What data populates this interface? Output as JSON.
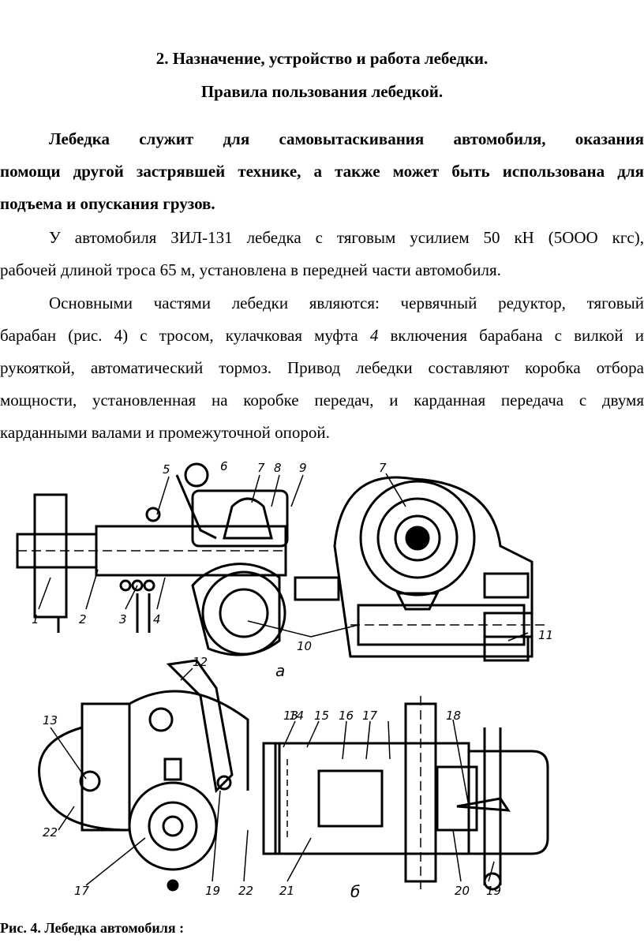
{
  "heading": {
    "line1": "2. Назначение, устройство и работа лебедки.",
    "line2": "Правила пользования лебедкой."
  },
  "paragraphs": {
    "p1": [
      "Лебедка служит для самовытаскивания автомобиля, оказания",
      "помощи другой застрявшей технике, а также может быть использована для",
      "подъема и опускания грузов."
    ],
    "p2": [
      "У автомобиля ЗИЛ-131 лебедка с тяговым усилием 50 кН (5ООО кгс),",
      "рабочей длиной троса 65 м, установлена в передней части автомобиля."
    ],
    "p3": {
      "l1": "Основными частями лебедки являются: червячный редуктор, тяговый",
      "l2a": "барабан (рис. 4) с тросом, кулачковая муфта ",
      "l2num": "4",
      "l2b": " включения барабана с вилкой и",
      "l3": "рукояткой, автоматический тормоз. Привод лебедки составляют коробка отбора",
      "l4": "мощности, установленная на коробке передач, и карданная передача с двумя",
      "l5": "карданными валами и промежуточной опорой."
    }
  },
  "figure": {
    "callouts": [
      "1",
      "2",
      "3",
      "4",
      "5",
      "6",
      "7",
      "8",
      "9",
      "7",
      "10",
      "11",
      "12",
      "13",
      "14",
      "15",
      "16",
      "17",
      "18",
      "13",
      "22",
      "17",
      "19",
      "22",
      "21",
      "20",
      "19"
    ],
    "view_a": "а",
    "view_b": "б"
  },
  "caption": "Рис. 4. Лебедка автомобиля :"
}
